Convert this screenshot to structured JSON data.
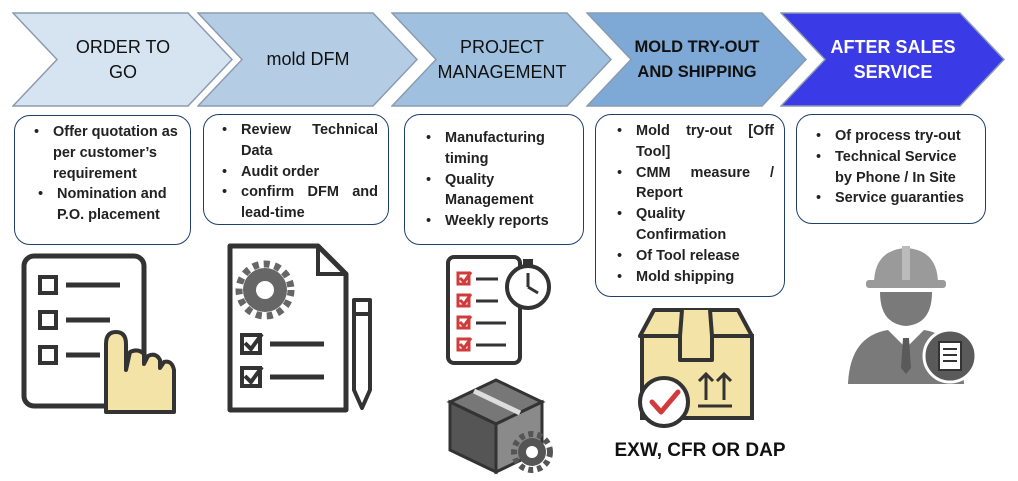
{
  "stages": [
    {
      "title": "ORDER TO\nGO",
      "items": [
        "Offer quotation as per customer’s requirement",
        "Nomination and P.O. placement"
      ]
    },
    {
      "title": "mold DFM",
      "items": [
        "Review Technical Data",
        "Audit order",
        "confirm DFM and lead-time"
      ]
    },
    {
      "title": "PROJECT\nMANAGEMENT",
      "items": [
        "Manufacturing timing",
        "Quality Management",
        "Weekly reports"
      ]
    },
    {
      "title": "MOLD TRY-OUT\nAND SHIPPING",
      "items": [
        "Mold try-out [Off Tool]",
        "CMM measure / Report",
        "Quality Confirmation",
        "Of Tool release",
        "Mold shipping"
      ]
    },
    {
      "title": "AFTER SALES\nSERVICE",
      "items": [
        "Of process try-out",
        "Technical Service by Phone / In Site",
        "Service guaranties"
      ]
    }
  ],
  "shipping_terms": "EXW, CFR OR DAP",
  "colors": {
    "stage1": "#d6e4f2",
    "stage2": "#b5cde4",
    "stage3": "#9fc0de",
    "stage4": "#7ea8d6",
    "stage5": "#3a3ae6",
    "chevron_border": "#8a9bb0",
    "box_border": "#1f3f6b",
    "icon_fill": "#f3e3a6",
    "icon_dark": "#555555",
    "check_red": "#d23b3b"
  },
  "icons": [
    "checklist-hand-icon",
    "document-gear-pencil-icon",
    "checklist-stopwatch-icon",
    "box-gear-icon",
    "shipping-box-check-icon",
    "engineer-helmet-icon"
  ]
}
